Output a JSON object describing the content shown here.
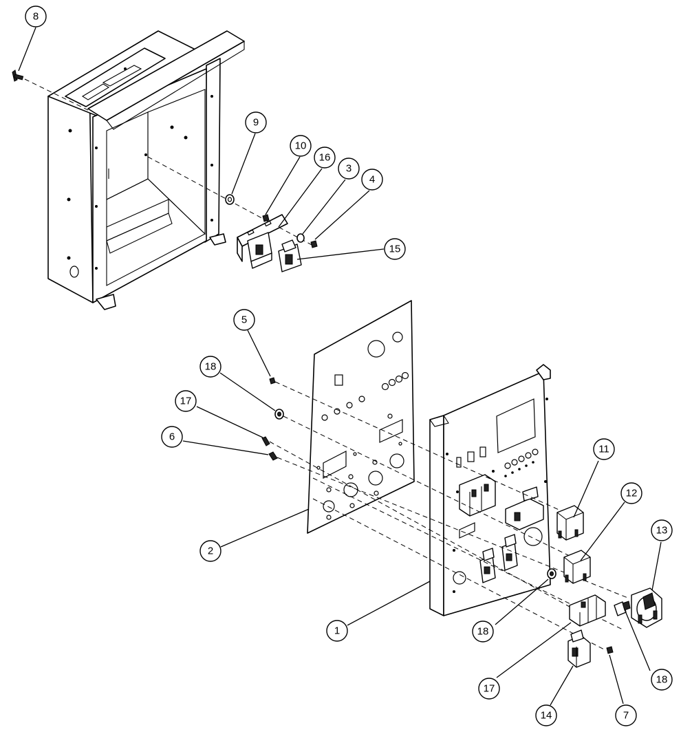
{
  "balloons": {
    "b8": "8",
    "b9": "9",
    "b10": "10",
    "b16": "16",
    "b3": "3",
    "b4": "4",
    "b15": "15",
    "b5": "5",
    "b18a": "18",
    "b17a": "17",
    "b6": "6",
    "b2": "2",
    "b1": "1",
    "b11": "11",
    "b12": "12",
    "b13": "13",
    "b18b": "18",
    "b18c": "18",
    "b17b": "17",
    "b14": "14",
    "b7": "7"
  }
}
